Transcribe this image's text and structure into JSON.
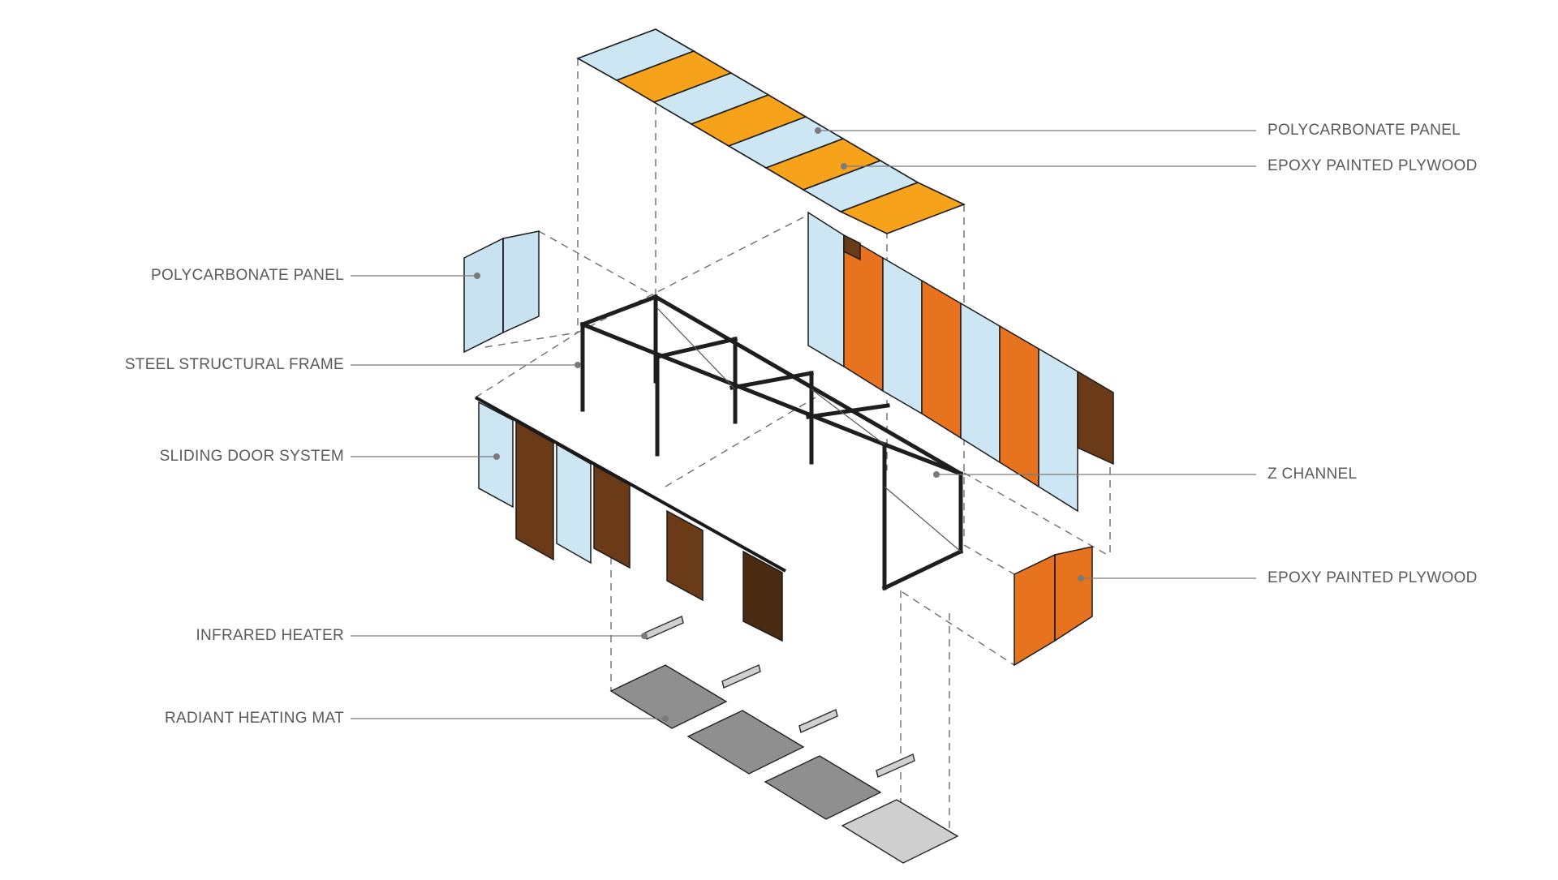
{
  "labels": {
    "left": [
      "POLYCARBONATE PANEL",
      "STEEL STRUCTURAL FRAME",
      "SLIDING DOOR SYSTEM",
      "INFRARED HEATER",
      "RADIANT HEATING MAT"
    ],
    "right": [
      "POLYCARBONATE PANEL",
      "EPOXY PAINTED PLYWOOD",
      "Z CHANNEL",
      "EPOXY PAINTED PLYWOOD"
    ]
  },
  "colors": {
    "polycarbonate": "#cde6f4",
    "epoxy_orange": "#f7a21b",
    "plywood_orange": "#e8731f",
    "wood_brown": "#6b3a17",
    "steel": "#1e1e1e",
    "mat_gray": "#8f8f8f",
    "leader": "#7a7a7a",
    "text": "#5a5a5a"
  }
}
